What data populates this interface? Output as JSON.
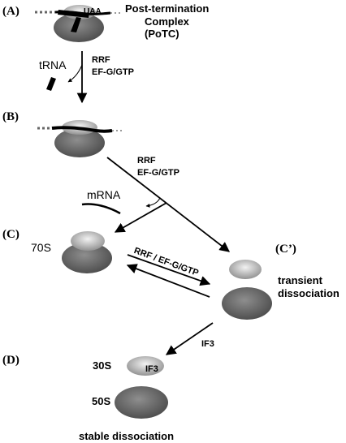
{
  "panels": {
    "A": {
      "marker": "(A)",
      "codon": "UAA",
      "title_line1": "Post-termination",
      "title_line2": "Complex",
      "title_line3": "(PoTC)"
    },
    "step_A_B": {
      "factor_line1": "RRF",
      "factor_line2": "EF-G/GTP",
      "released": "tRNA"
    },
    "B": {
      "marker": "(B)"
    },
    "step_B_C": {
      "factor_line1": "RRF",
      "factor_line2": "EF-G/GTP",
      "released": "mRNA"
    },
    "C": {
      "marker": "(C)",
      "label": "70S"
    },
    "C_prime": {
      "marker": "(C’)",
      "label_line1": "transient",
      "label_line2": "dissociation"
    },
    "equilibrium_label": "RRF / EF-G/GTP",
    "step_C_D": {
      "factor": "IF3"
    },
    "D": {
      "marker": "(D)",
      "small_label": "30S",
      "small_factor": "IF3",
      "large_label": "50S",
      "caption": "stable dissociation"
    }
  },
  "colors": {
    "subunit_dark": "#6f6f6f",
    "subunit_light": "#bdbdbd",
    "ink": "#000000"
  }
}
